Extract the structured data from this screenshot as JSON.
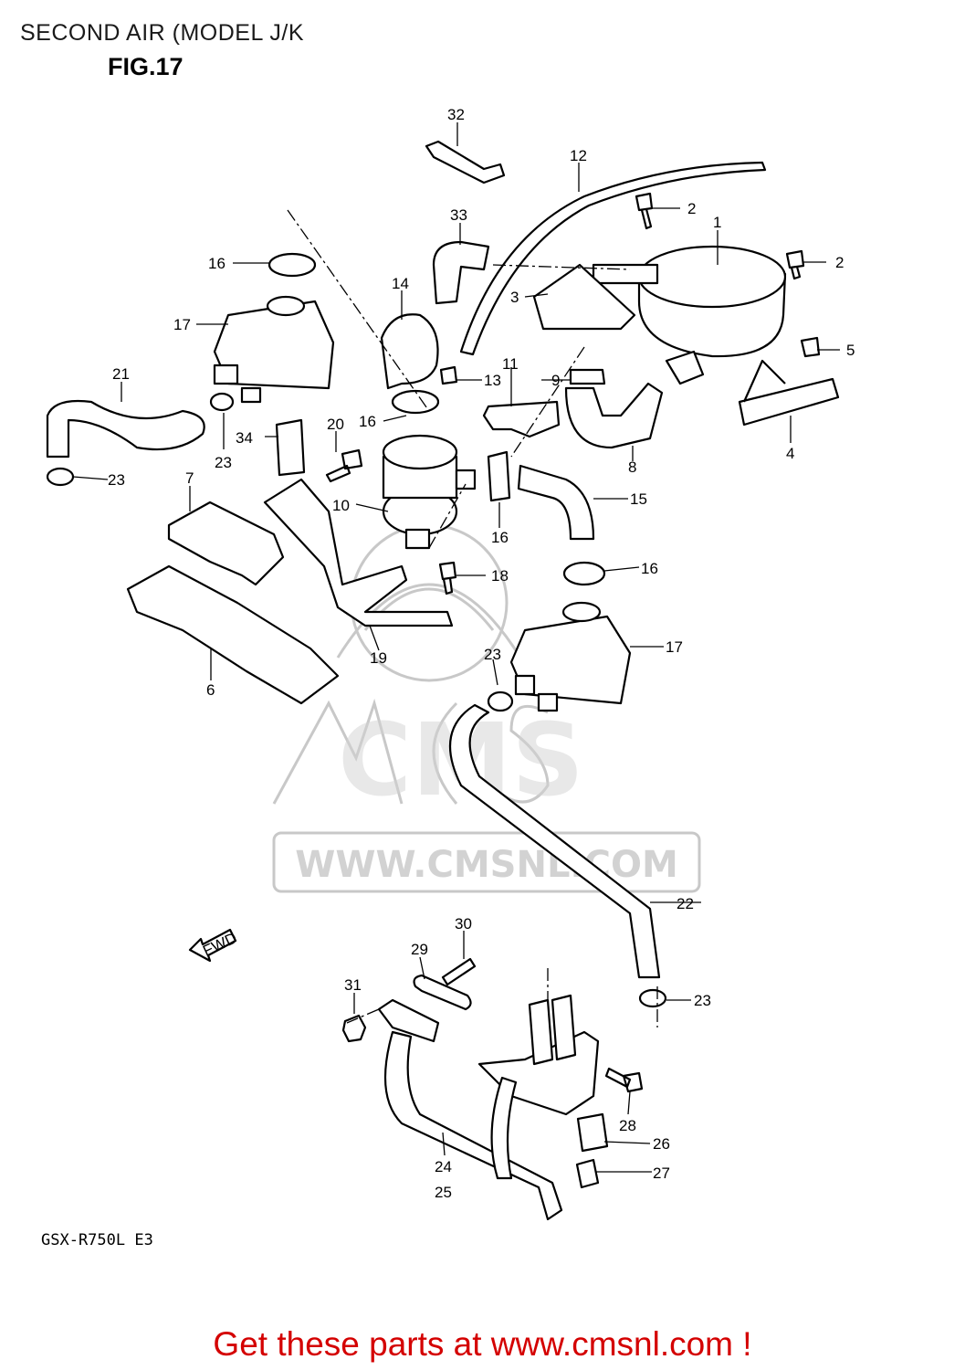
{
  "header": {
    "title": "SECOND AIR (MODEL J/K",
    "figure": "FIG.17"
  },
  "model_code": "GSX-R750L  E3",
  "watermark": {
    "url": "WWW.CMSNL.COM",
    "logo": "CMS"
  },
  "fwd_label": "FWD",
  "footer": {
    "cta": "Get these parts at www.cmsnl.com !"
  },
  "callouts": [
    "32",
    "12",
    "2",
    "33",
    "1",
    "2",
    "16",
    "3",
    "14",
    "17",
    "5",
    "11",
    "21",
    "9",
    "13",
    "16",
    "4",
    "8",
    "34",
    "20",
    "23",
    "23",
    "7",
    "10",
    "15",
    "16",
    "16",
    "18",
    "17",
    "19",
    "23",
    "6",
    "22",
    "30",
    "29",
    "31",
    "23",
    "28",
    "26",
    "24",
    "25",
    "27"
  ],
  "colors": {
    "footer_text": "#d40000",
    "watermark": "#c8c8c8"
  }
}
